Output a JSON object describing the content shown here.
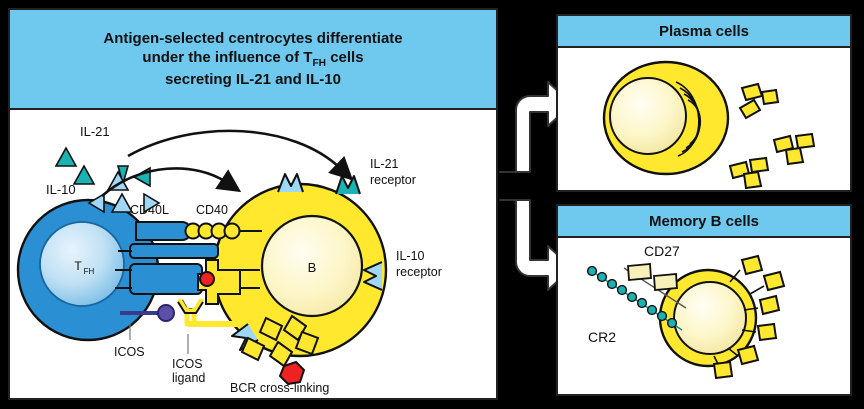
{
  "figure": {
    "background_color": "#000000",
    "panel_background": "#ffffff",
    "header_color": "#6fc9ef",
    "outline_color": "#222222"
  },
  "main_panel": {
    "title_line1": "Antigen-selected centrocytes differentiate",
    "title_line2_pre": "under the influence of T",
    "title_line2_sub": "FH",
    "title_line2_post": " cells",
    "title_line3": "secreting IL-21 and IL-10",
    "cells": {
      "tfh": {
        "label_main": "T",
        "label_sub": "FH",
        "color": "#2b8fd4",
        "nucleus_color": "#9fd0ee"
      },
      "b": {
        "label": "B",
        "color": "#ffe82e",
        "nucleus_color": "#fdf6c8"
      }
    },
    "cytokines": [
      {
        "name": "IL-21",
        "label": "IL-21",
        "color": "#19b3b3",
        "count": 4
      },
      {
        "name": "IL-10",
        "label": "IL-10",
        "color": "#9fd8f7",
        "count": 4
      }
    ],
    "receptors": [
      {
        "name": "il21-receptor",
        "label_line1": "IL-21",
        "label_line2": "receptor",
        "color": "#9fd8f7"
      },
      {
        "name": "il10-receptor",
        "label_line1": "IL-10",
        "label_line2": "receptor",
        "color": "#9fd8f7"
      }
    ],
    "surface_molecules": [
      {
        "name": "cd40-ligand",
        "label": "CD40L",
        "color": "#2b8fd4"
      },
      {
        "name": "cd40",
        "label": "CD40",
        "color": "#ffe82e"
      },
      {
        "name": "icos",
        "label": "ICOS",
        "color": "#5b4fa8"
      },
      {
        "name": "icos-ligand",
        "label_line1": "ICOS",
        "label_line2": "ligand",
        "color": "#ffe82e"
      }
    ],
    "bcr": {
      "label": "BCR cross-linking",
      "antigen_color": "#ee2222",
      "arm_color": "#ffe82e"
    }
  },
  "plasma_panel": {
    "title": "Plasma cells",
    "cell": {
      "cytoplasm_color": "#ffe82e",
      "nucleus_color": "#fdf6c8"
    },
    "antibody_count": 3,
    "antibody_color": "#ffe82e"
  },
  "memory_panel": {
    "title": "Memory B cells",
    "cell": {
      "cytoplasm_color": "#ffe82e",
      "nucleus_color": "#fdf6c8"
    },
    "markers": [
      {
        "name": "cd27",
        "label": "CD27",
        "color": "#f7f0b8"
      },
      {
        "name": "cr2",
        "label": "CR2",
        "color": "#19b3b3"
      }
    ],
    "bcr_count": 6,
    "bcr_color": "#ffe82e"
  },
  "arrows": [
    {
      "name": "arrow-to-plasma-cells",
      "direction": "right-up"
    },
    {
      "name": "arrow-to-memory-b-cells",
      "direction": "right-down"
    }
  ]
}
